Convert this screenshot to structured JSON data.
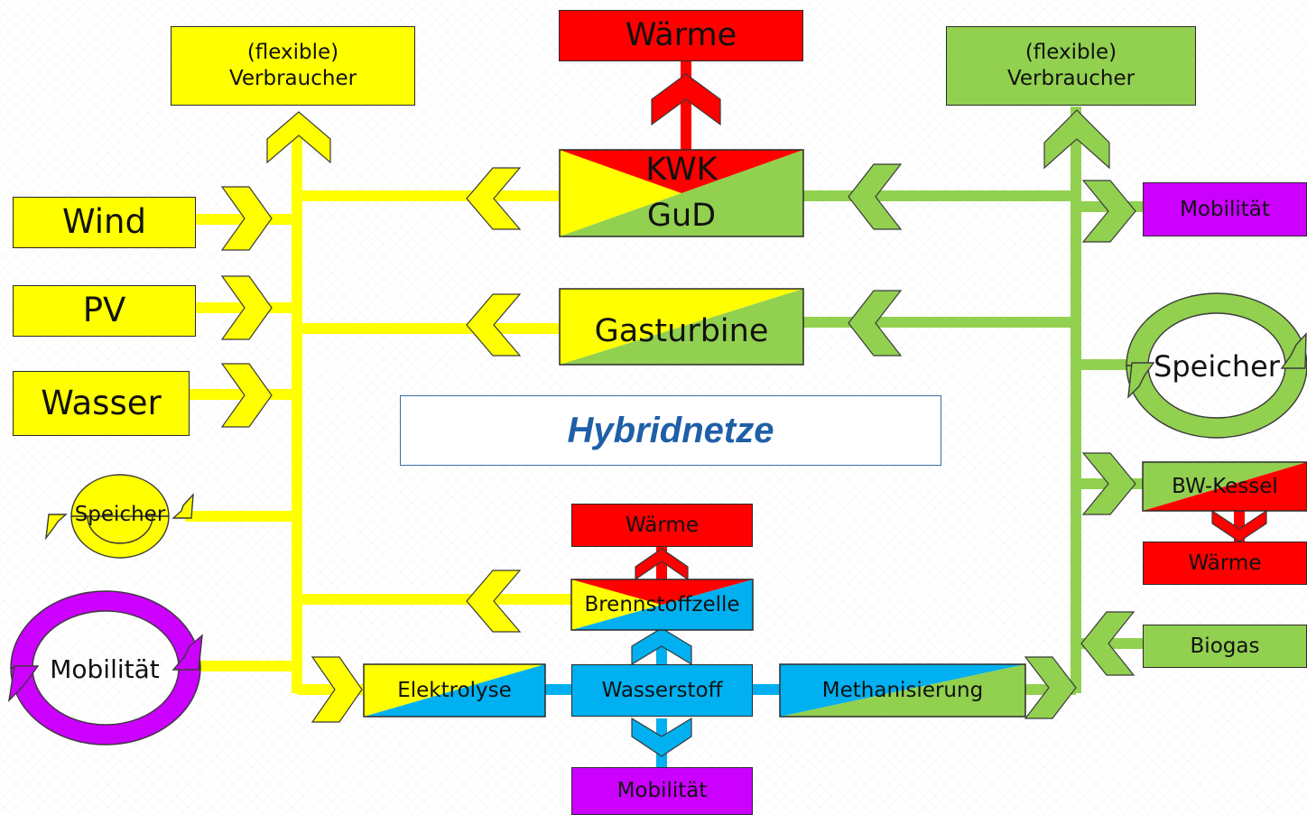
{
  "title": "Hybridnetze",
  "colors": {
    "strom": "#ffff00",
    "gas": "#92d050",
    "waerme": "#ff0000",
    "mobilitaet": "#cc00ff",
    "wasserstoff": "#00b0f0",
    "title_text": "#1f5fa8"
  },
  "nodes": {
    "verbraucher_strom": "(flexible)\nVerbraucher",
    "verbraucher_gas": "(flexible)\nVerbraucher",
    "waerme_top": "Wärme",
    "kwk": "KWK",
    "gud": "GuD",
    "gasturbine": "Gasturbine",
    "wind": "Wind",
    "pv": "PV",
    "wasser": "Wasser",
    "speicher_strom": "Speicher",
    "mobilitaet_strom": "Mobilität",
    "mobilitaet_gas": "Mobilität",
    "speicher_gas": "Speicher",
    "bw_kessel": "BW-Kessel",
    "waerme_right": "Wärme",
    "biogas": "Biogas",
    "waerme_bottom": "Wärme",
    "brennstoffzelle": "Brennstoffzelle",
    "elektrolyse": "Elektrolyse",
    "wasserstoff": "Wasserstoff",
    "methanisierung": "Methanisierung",
    "mobilitaet_h2": "Mobilität"
  }
}
